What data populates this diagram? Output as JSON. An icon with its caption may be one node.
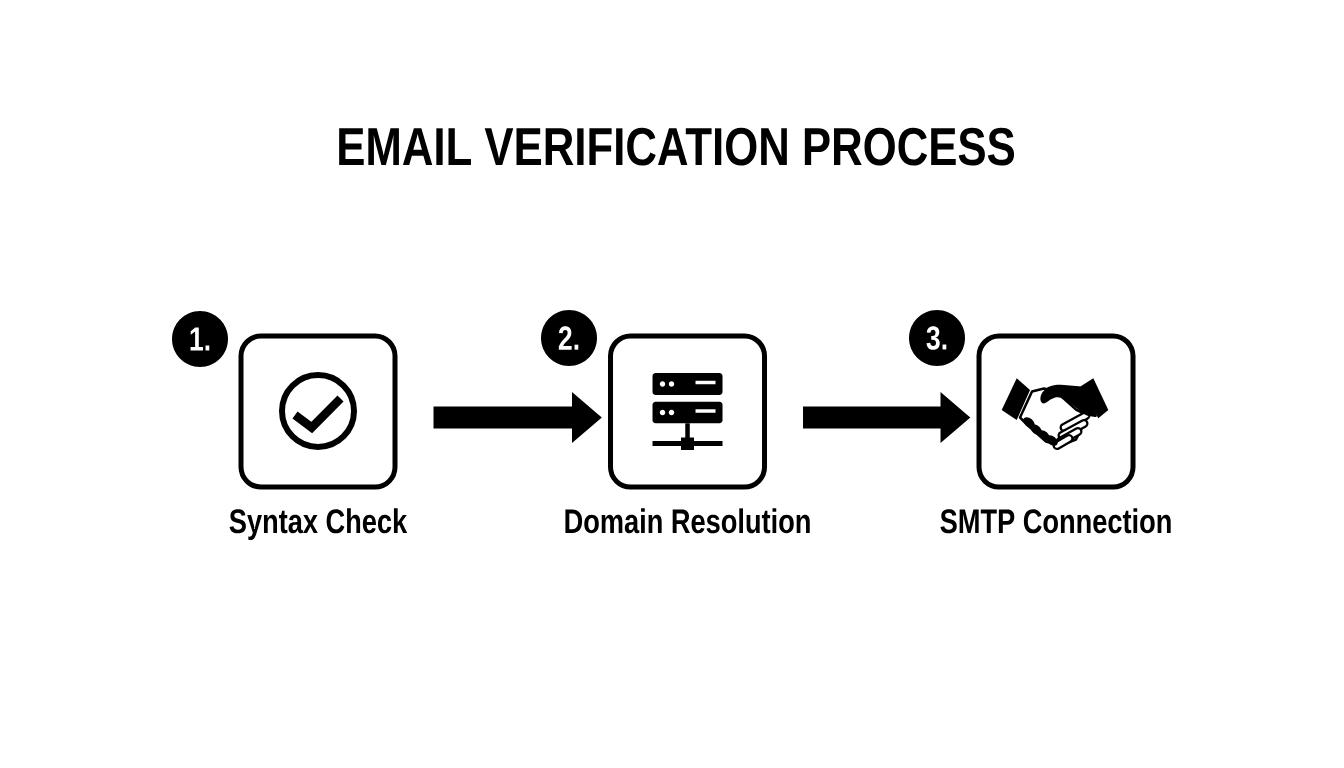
{
  "diagram": {
    "title": "EMAIL VERIFICATION PROCESS",
    "nodes": [
      {
        "text": [
          "1."
        ]
      },
      {
        "text": [
          "Syntax Check"
        ]
      },
      {
        "text": [
          "2."
        ]
      },
      {
        "text": [
          "Domain Resolution"
        ]
      },
      {
        "text": [
          "3."
        ]
      },
      {
        "text": [
          "SMTP Connection"
        ]
      }
    ],
    "edges": [
      {
        "from": 1,
        "to": 3,
        "arrow": "to"
      },
      {
        "from": 3,
        "to": 5,
        "arrow": "to"
      }
    ]
  }
}
